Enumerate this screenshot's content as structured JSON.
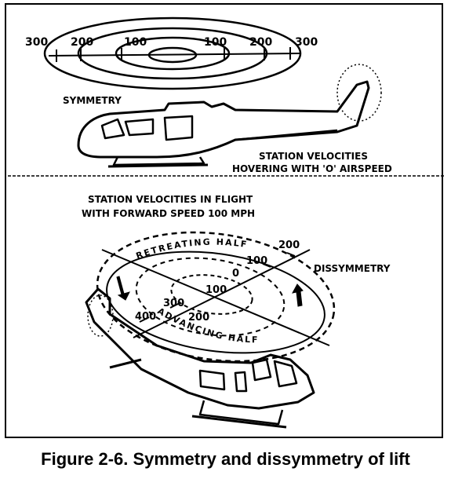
{
  "top": {
    "symmetry_label": "SYMMETRY",
    "ring_labels_left": [
      "300",
      "200",
      "100"
    ],
    "ring_labels_right": [
      "100",
      "200",
      "300"
    ],
    "hover_caption_line1": "STATION VELOCITIES",
    "hover_caption_line2": "HOVERING WITH 'O' AIRSPEED"
  },
  "bottom": {
    "flight_caption_line1": "STATION VELOCITIES IN FLIGHT",
    "flight_caption_line2": "WITH FORWARD SPEED 100 MPH",
    "dissymmetry_label": "DISSYMMETRY",
    "retreating_label": "RETREATING HALF",
    "advancing_label": "ADVANCING HALF",
    "retreating_values": [
      "200",
      "100",
      "0"
    ],
    "center_value": "100",
    "advancing_values": [
      "400",
      "300",
      "200"
    ]
  },
  "caption": "Figure 2-6.  Symmetry and dissymmetry of lift"
}
